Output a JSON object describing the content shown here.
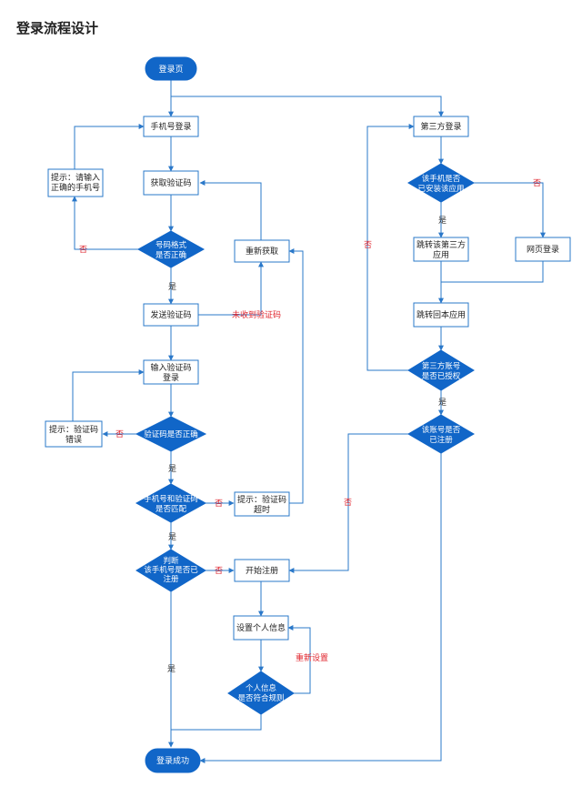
{
  "page": {
    "title": "登录流程设计"
  },
  "colors": {
    "accent": "#1166c8",
    "line": "#2a78c9",
    "no_label": "#e0262e"
  },
  "nodes": {
    "login_page": "登录页",
    "phone_login": "手机号登录",
    "get_code": "获取验证码",
    "hint_phone": [
      "提示：请输入",
      "正确的手机号"
    ],
    "phone_format_check": [
      "号码格式",
      "是否正确"
    ],
    "refetch": "重新获取",
    "send_code": "发送验证码",
    "input_code": [
      "输入验证码",
      "登录"
    ],
    "code_correct_check": "验证码是否正确",
    "hint_code_error": [
      "提示：验证码",
      "错误"
    ],
    "match_check": [
      "手机号和验证码",
      "是否匹配"
    ],
    "hint_timeout": [
      "提示：验证码",
      "超时"
    ],
    "registered_check": [
      "判断",
      "该手机号是否已",
      "注册"
    ],
    "start_register": "开始注册",
    "set_profile": "设置个人信息",
    "profile_check": [
      "个人信息",
      "是否符合规则"
    ],
    "login_success": "登录成功",
    "third_party_login": "第三方登录",
    "app_installed_check": [
      "该手机是否",
      "已安装该应用"
    ],
    "jump_third_app": [
      "跳转该第三方",
      "应用"
    ],
    "web_login": "网页登录",
    "jump_back": "跳转回本应用",
    "authorized_check": [
      "第三方账号",
      "是否已授权"
    ],
    "account_registered_check": [
      "该账号是否",
      "已注册"
    ]
  },
  "labels": {
    "yes": "是",
    "no": "否",
    "not_received": "未收到验证码",
    "reset": "重新设置"
  }
}
